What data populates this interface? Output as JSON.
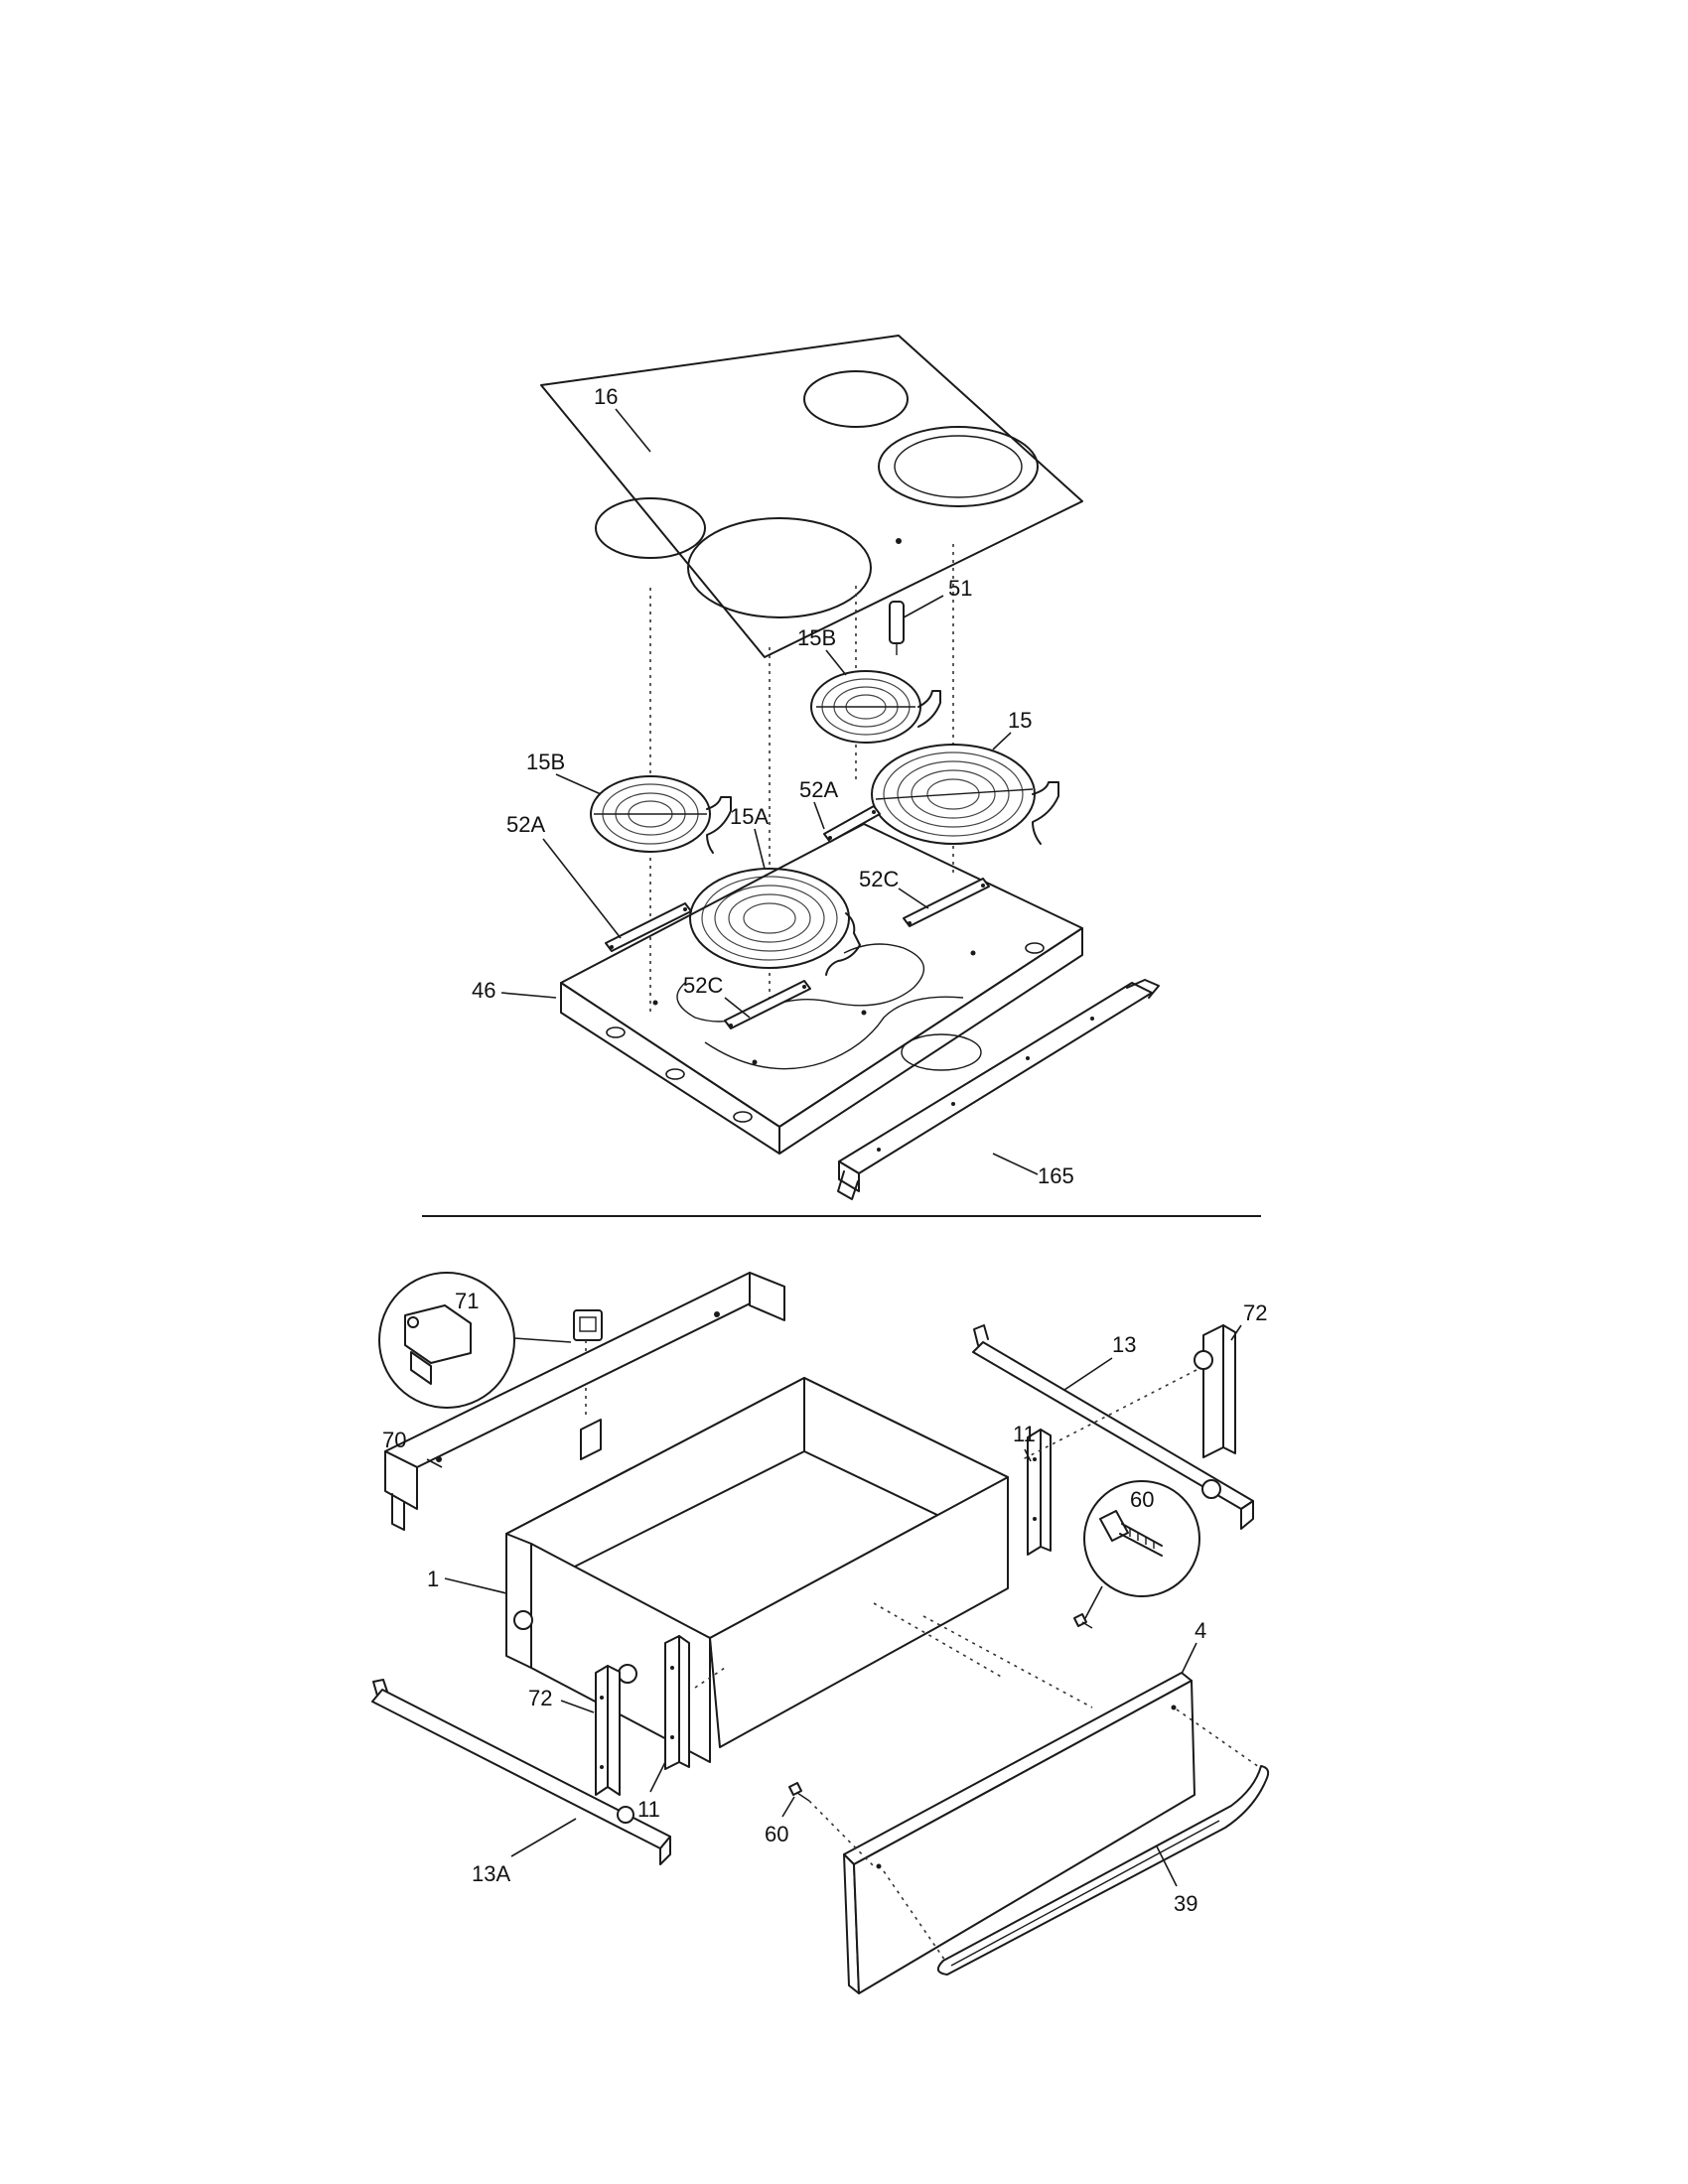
{
  "callouts": {
    "c16": "16",
    "c51": "51",
    "c15B_right": "15B",
    "c15": "15",
    "c15B_left": "15B",
    "c52A_right": "52A",
    "c52A_left": "52A",
    "c15A": "15A",
    "c52C_right": "52C",
    "c52C_left": "52C",
    "c46": "46",
    "c165": "165",
    "c71": "71",
    "c70": "70",
    "c13": "13",
    "c72_right": "72",
    "c11_right": "11",
    "c60_detail": "60",
    "c1": "1",
    "c4": "4",
    "c72_left": "72",
    "c11_left": "11",
    "c13A": "13A",
    "c60": "60",
    "c39": "39"
  }
}
